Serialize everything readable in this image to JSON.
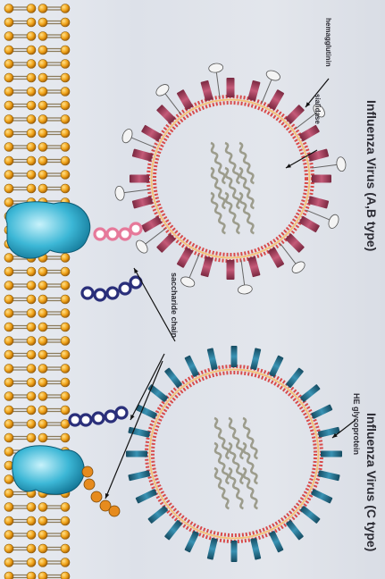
{
  "title_ab": "Influenza Virus (A,B type)",
  "title_c": "Influenza Virus (C type)",
  "labels": {
    "hemagglutinin": "hemagglutinin",
    "sialidase": "sialidase",
    "he_glycoprotein": "HE glycoprotein",
    "saccharide_chain": "saccharide chain"
  },
  "colors": {
    "lipid_head": "#f0a319",
    "receptor": "#3cb7d6",
    "hemagglutinin_spike": "#b04a66",
    "he_spike": "#2e7e9c",
    "sugar_pink": "#e6799a",
    "sugar_navy": "#2a2f7a",
    "sugar_orange": "#e68b1e"
  }
}
